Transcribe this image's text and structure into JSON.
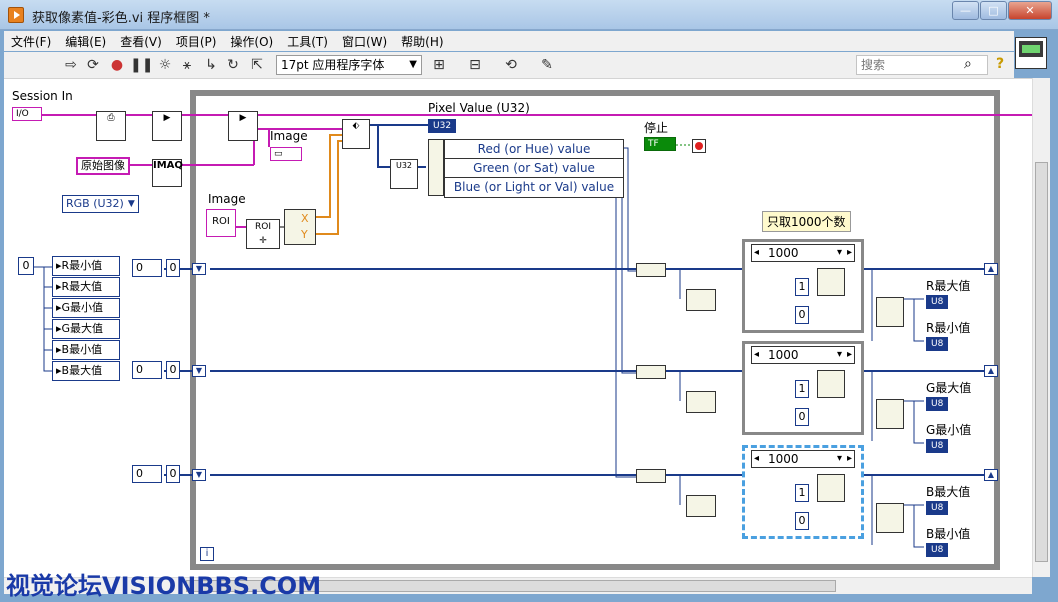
{
  "window": {
    "title": "获取像素值-彩色.vi 程序框图 *",
    "minimize": "—",
    "maximize": "□",
    "close": "✕"
  },
  "menu": [
    "文件(F)",
    "编辑(E)",
    "查看(V)",
    "项目(P)",
    "操作(O)",
    "工具(T)",
    "窗口(W)",
    "帮助(H)"
  ],
  "toolbar": {
    "font": "17pt 应用程序字体",
    "search_placeholder": "搜索"
  },
  "diagram": {
    "session_in": "Session In",
    "session_value": "I/O",
    "original_image": "原始图像",
    "imaq_label": "IMAQ",
    "color_mode": "RGB (U32)",
    "image_label_1": "Image",
    "image_label_2": "Image",
    "roi_label": "ROI",
    "pixel_value": "Pixel Value (U32)",
    "u32_tag": "U32",
    "xy": [
      "X",
      "Y"
    ],
    "unbundle_rows": [
      "Red (or Hue) value",
      "Green (or Sat) value",
      "Blue (or Light or Val) value"
    ],
    "stop_label": "停止",
    "tf_label": "TF",
    "only_take": "只取1000个数",
    "zero_const": "0",
    "cluster_items": [
      "R最小值",
      "R最大值",
      "G最小值",
      "G最大值",
      "B最小值",
      "B最大值"
    ],
    "shift_regs": [
      {
        "value": "0",
        "display": "0"
      },
      {
        "value": "0",
        "display": "0"
      },
      {
        "value": "0",
        "display": "0"
      }
    ],
    "loops": [
      {
        "count": "1000",
        "one": "1",
        "zero": "0",
        "max_label": "R最大值",
        "min_label": "R最小值",
        "tag": "U8"
      },
      {
        "count": "1000",
        "one": "1",
        "zero": "0",
        "max_label": "G最大值",
        "min_label": "G最小值",
        "tag": "U8"
      },
      {
        "count": "1000",
        "one": "1",
        "zero": "0",
        "max_label": "B最大值",
        "min_label": "B最小值",
        "tag": "U8"
      }
    ],
    "info": "i"
  },
  "watermark": "视觉论坛VISIONBBS.COM",
  "colors": {
    "wire_blue": "#1a3a8a",
    "wire_orange": "#e08a1c",
    "wire_pink": "#c51bb3",
    "loop_gray": "#888888"
  }
}
